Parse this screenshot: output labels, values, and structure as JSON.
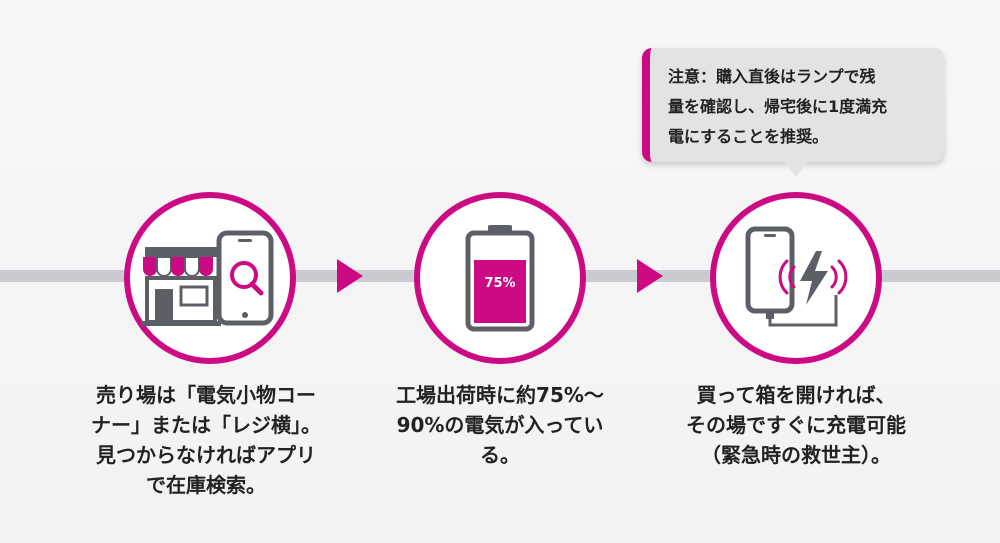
{
  "colors": {
    "accent": "#cc0a84",
    "track": "#c9cbd0",
    "icon_gray": "#5c6066",
    "note_bg": "#e3e3e4"
  },
  "note": {
    "text": "注意：購入直後はランプで残\n量を確認し、帰宅後に1度満充\n電にすることを推奨。"
  },
  "steps": [
    {
      "icon": "store-and-phone-search-icon",
      "caption": "売り場は「電気小物コー\nナー」または「レジ横」。\n見つからなければアプリ\nで在庫検索。"
    },
    {
      "icon": "battery-icon",
      "battery_label": "75%",
      "battery_level": 0.75,
      "caption": "工場出荷時に約75%～\n90%の電気が入ってい\nる。"
    },
    {
      "icon": "phone-charging-icon",
      "caption": "買って箱を開ければ、\nその場ですぐに充電可能\n（緊急時の救世主）。"
    }
  ]
}
